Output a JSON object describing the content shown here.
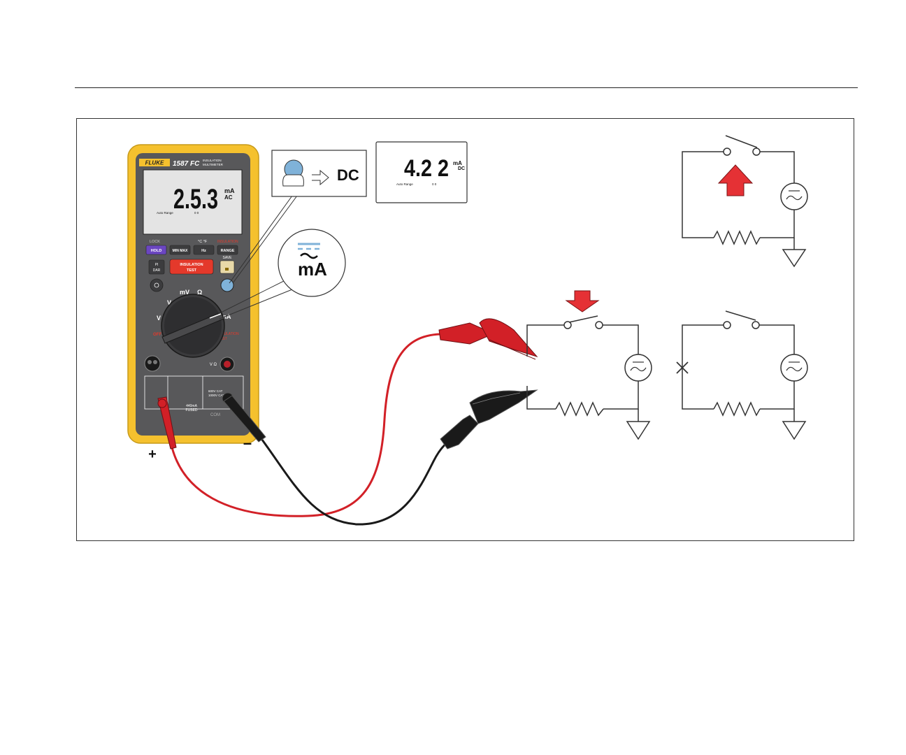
{
  "meter": {
    "brand": "FLUKE",
    "model": "1587 FC",
    "subtitle_1": "INSULATION",
    "subtitle_2": "MULTIMETER",
    "display_value": "2.5.3",
    "display_unit": "mA",
    "display_mode": "AC",
    "display_range": "Auto Range",
    "display_dots": "0 0",
    "lock_label": "LOCK",
    "buttons": {
      "hold": "HOLD",
      "minmax": "MIN MAX",
      "hz": "Hz",
      "range": "RANGE",
      "temp": "°C °F",
      "pi": "PI",
      "dar": "DAR",
      "insulation_1": "INSULATION",
      "insulation_2": "TEST",
      "save": "SAVE",
      "insulation_top": "INSULATION"
    },
    "dial": {
      "v": "V",
      "mv": "mV",
      "ohm": "Ω",
      "ma": "mA",
      "off": "OFF",
      "temp_left": "TEMP",
      "insulation_1": "INSULATION",
      "insulation_2": "TEST"
    },
    "jacks": {
      "fused_1": "440mA",
      "fused_2": "FUSED",
      "com": "COM",
      "cat_1": "600V CAT",
      "cat_2": "1000V CAT",
      "v_ohm": "V Ω"
    }
  },
  "callouts": {
    "button_result": "DC",
    "function": "mA",
    "reading_value": "4.2 2",
    "reading_unit": "mA",
    "reading_mode": "DC",
    "reading_range": "Auto Range",
    "reading_dots": "0 0"
  },
  "leads": {
    "positive": "+",
    "negative": "–"
  },
  "colors": {
    "meter_yellow": "#f5c12e",
    "meter_body": "#58585a",
    "lcd": "#e4e4e4",
    "lead_red": "#d22027",
    "lead_black": "#1a1a1a",
    "arrow_red": "#e53135",
    "button_blue": "#7fb2d9",
    "insulation_red": "#e4392b"
  }
}
